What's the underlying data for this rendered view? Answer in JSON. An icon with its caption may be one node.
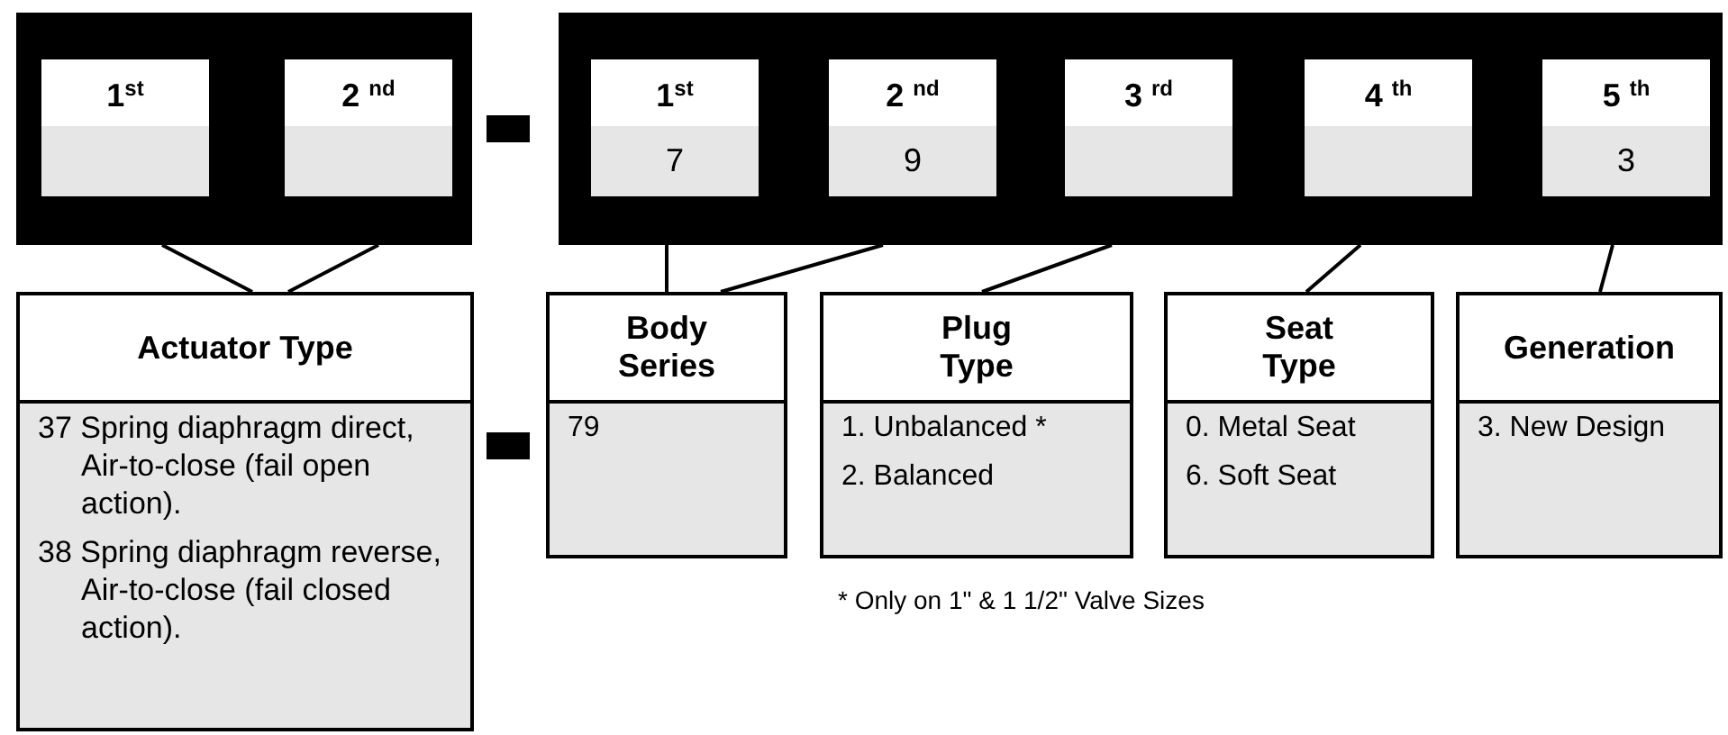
{
  "diagram": {
    "nodes": [
      {
        "text": [],
        "shape": "box"
      },
      {
        "text": [
          "1$^{st}$"
        ],
        "in": 0
      },
      {
        "text": [
          "2 $^{nd}$"
        ],
        "in": 0
      },
      {
        "text": [],
        "shape": "box"
      },
      {
        "text": [
          "1$^{st}$",
          "7"
        ],
        "in": 3
      },
      {
        "text": [
          "2 $^{nd}$",
          "9"
        ],
        "in": 3
      },
      {
        "text": [
          "3 $^{rd}$"
        ],
        "in": 3
      },
      {
        "text": [
          "4 $^{th}$"
        ],
        "in": 3
      },
      {
        "text": [
          "5 $^{th}$",
          "3"
        ],
        "in": 3
      },
      {
        "text": [
          "Actuator Type",
          "37 Spring diaphragm direct, Air-to-close (fail open action).",
          "38 Spring diaphragm reverse, Air-to-close (fail closed action)."
        ]
      },
      {
        "text": [
          "Body Series",
          "79"
        ]
      },
      {
        "text": [
          "Plug Type",
          "1. Unbalanced *",
          "2. Balanced"
        ]
      },
      {
        "text": [
          "Seat Type",
          "0. Metal Seat",
          "6. Soft Seat"
        ]
      },
      {
        "text": [
          "Generation",
          "3. New Design"
        ]
      }
    ],
    "edges": [
      {
        "from": 0,
        "to": 9,
        "arrow": "none"
      },
      {
        "from": 0,
        "to": 9,
        "arrow": "none"
      },
      {
        "from": 3,
        "to": 10,
        "arrow": "none"
      },
      {
        "from": 3,
        "to": 10,
        "arrow": "none"
      },
      {
        "from": 3,
        "to": 11,
        "arrow": "none"
      },
      {
        "from": 3,
        "to": 12,
        "arrow": "none"
      },
      {
        "from": 3,
        "to": 13,
        "arrow": "none"
      }
    ],
    "labels": [
      "* Only on 1\" & 1 1/2\" Valve Sizes"
    ]
  }
}
